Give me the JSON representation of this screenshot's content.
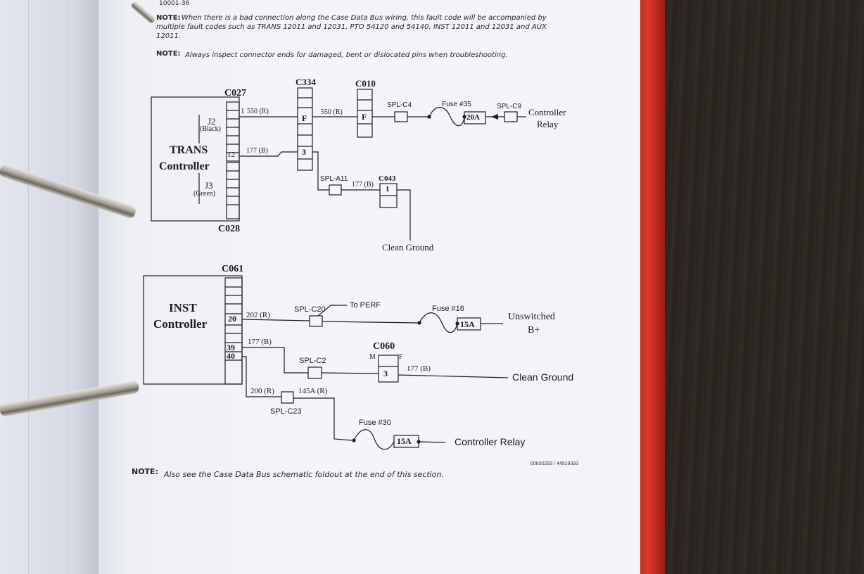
{
  "header": {
    "page_code": "10001-36",
    "note_label": "NOTE:",
    "note1_line1": "When there is a bad connection along the Case Data Bus wiring, this fault code will be accompanied by",
    "note1_line2": "multiple fault codes such as TRANS 12011 and 12031, PTO 54120 and 54140, INST 12011 and 12031 and AUX",
    "note1_line3": "12011.",
    "note2_text": "Always inspect connector ends for damaged, bent or dislocated pins when troubleshooting."
  },
  "trans": {
    "controller_line1": "TRANS",
    "controller_line2": "Controller",
    "c027": "C027",
    "c028": "C028",
    "j2": "J2",
    "j2_color": "(Black)",
    "j3": "J3",
    "j3_color": "(Green)",
    "pin1": "1",
    "pin12": "12",
    "wire_550_a": "550 (R)",
    "wire_550_b": "550 (R)",
    "wire_177_a": "177 (B)",
    "wire_177_b": "177 (B)",
    "c334": "C334",
    "c334_pin_f": "F",
    "c334_pin_3": "3",
    "c010": "C010",
    "c010_pin_f": "F",
    "spl_c4": "SPL-C4",
    "fuse35_label": "Fuse #35",
    "fuse35_rating": "20A",
    "spl_c9": "SPL-C9",
    "dest_relay_line1": "Controller",
    "dest_relay_line2": "Relay",
    "spl_a11": "SPL-A11",
    "c043": "C043",
    "c043_pin": "1",
    "clean_ground": "Clean Ground"
  },
  "inst": {
    "controller_line1": "INST",
    "controller_line2": "Controller",
    "c061": "C061",
    "pin20": "20",
    "pin39": "39",
    "pin40": "40",
    "wire_202": "202 (R)",
    "spl_c20": "SPL-C20",
    "to_perf": "To PERF",
    "fuse16_label": "Fuse #16",
    "fuse16_rating": "15A",
    "unswitched_line1": "Unswitched",
    "unswitched_line2": "B+",
    "wire_177_a": "177 (B)",
    "spl_c2": "SPL-C2",
    "c060": "C060",
    "c060_m": "M",
    "c060_f": "F",
    "c060_pin": "3",
    "wire_177_b": "177 (B)",
    "clean_ground": "Clean Ground",
    "wire_200": "200 (R)",
    "wire_145a": "145A (R)",
    "spl_c23": "SPL-C23",
    "fuse30_label": "Fuse #30",
    "fuse30_rating": "15A",
    "controller_relay": "Controller Relay"
  },
  "footer": {
    "part_numbers": "00830293 / 44519393",
    "note_label": "NOTE:",
    "note_text": "Also see the Case Data Bus schematic foldout at the end of this section."
  }
}
